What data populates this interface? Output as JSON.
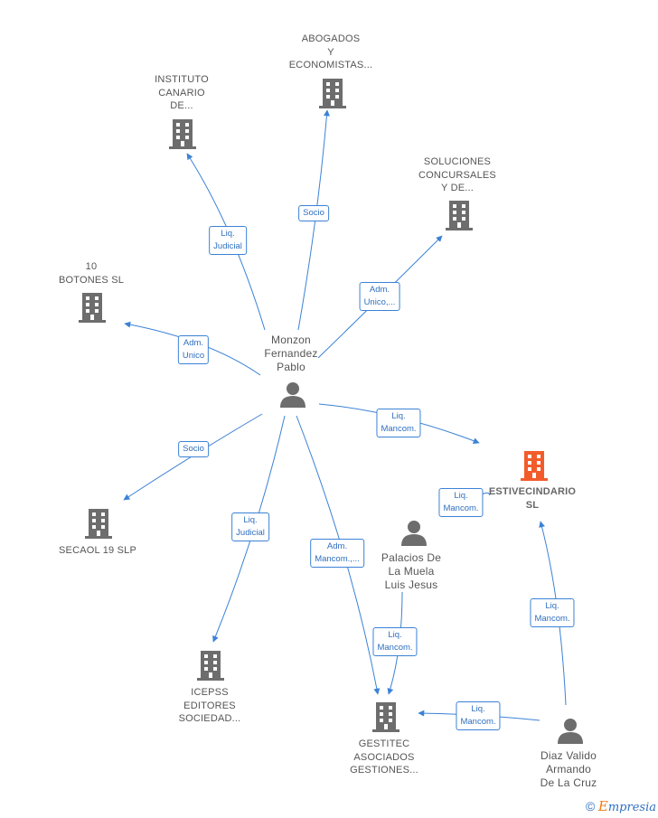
{
  "colors": {
    "edge": "#3b82d6",
    "company_icon": "#6d6d6d",
    "highlight_icon": "#f25c2a",
    "person_icon": "#6d6d6d"
  },
  "nodes": {
    "abogados": {
      "label": "ABOGADOS\nY\nECONOMISTAS...",
      "icon": "building-icon"
    },
    "instituto": {
      "label": "INSTITUTO\nCANARIO\nDE...",
      "icon": "building-icon"
    },
    "soluciones": {
      "label": "SOLUCIONES\nCONCURSALES\nY DE...",
      "icon": "building-icon"
    },
    "botones": {
      "label": "10\nBOTONES  SL",
      "icon": "building-icon"
    },
    "monzon": {
      "label": "Monzon\nFernandez\nPablo",
      "icon": "person-icon"
    },
    "estivecindario": {
      "label": "ESTIVECINDARIO\nSL",
      "icon": "building-icon"
    },
    "secaol": {
      "label": "SECAOL 19  SLP",
      "icon": "building-icon"
    },
    "palacios": {
      "label": "Palacios De\nLa Muela\nLuis Jesus",
      "icon": "person-icon"
    },
    "icepss": {
      "label": "ICEPSS\nEDITORES\nSOCIEDAD...",
      "icon": "building-icon"
    },
    "gestitec": {
      "label": "GESTITEC\nASOCIADOS\nGESTIONES...",
      "icon": "building-icon"
    },
    "diaz": {
      "label": "Diaz Valido\nArmando\nDe La Cruz",
      "icon": "person-icon"
    }
  },
  "edges": {
    "monzon_abogados": "Socio",
    "monzon_instituto": "Liq.\nJudicial",
    "monzon_soluciones": "Adm.\nUnico,...",
    "monzon_botones": "Adm.\nUnico",
    "monzon_estivecindario": "Liq.\nMancom.",
    "monzon_secaol": "Socio",
    "monzon_icepss": "Liq.\nJudicial",
    "monzon_gestitec": "Adm.\nMancom.,...",
    "palacios_estivecindario": "Liq.\nMancom.",
    "palacios_gestitec": "Liq.\nMancom.",
    "diaz_estivecindario": "Liq.\nMancom.",
    "diaz_gestitec": "Liq.\nMancom."
  },
  "footer": {
    "copyright": "©",
    "brand_initial": "E",
    "brand_rest": "mpresia"
  }
}
